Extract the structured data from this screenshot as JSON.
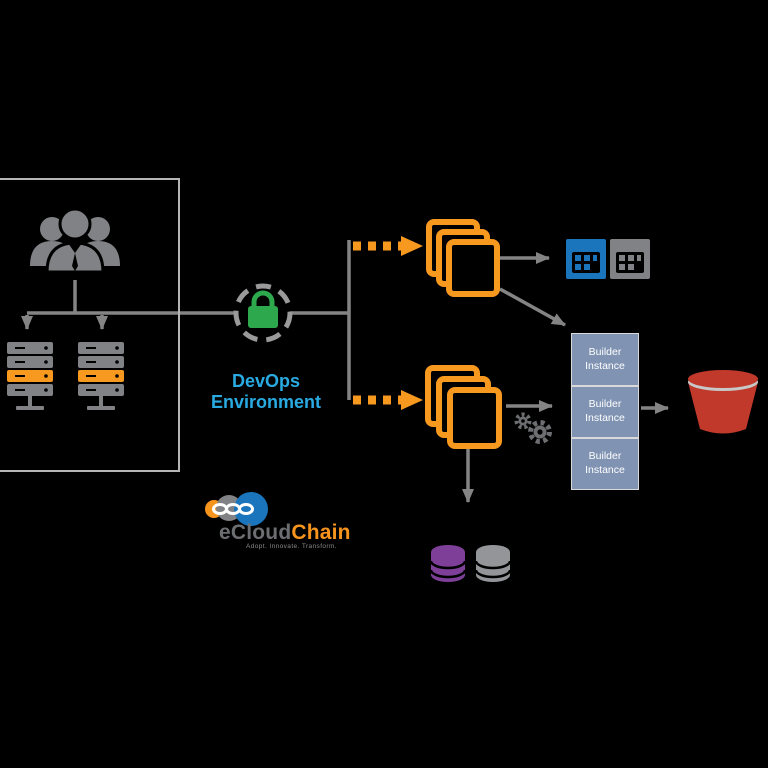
{
  "diagram": {
    "devops_environment": {
      "line1": "DevOps",
      "line2": "Environment"
    },
    "builder_instances": [
      {
        "line1": "Builder",
        "line2": "Instance"
      },
      {
        "line1": "Builder",
        "line2": "Instance"
      },
      {
        "line1": "Builder",
        "line2": "Instance"
      }
    ],
    "logo": {
      "name_gray": "eCloud",
      "name_orange": "Chain",
      "tagline": "Adopt. Innovate. Transform."
    },
    "colors": {
      "orange_accent": "#F7981F",
      "connector_gray": "#848484",
      "lock_green": "#2EA84D",
      "devops_blue": "#29ABE2",
      "table_blue": "#1B75BC",
      "table_gray": "#808285",
      "builder_box_blue": "#8093B2",
      "bucket_red": "#C0392B",
      "db_purple": "#7D3F98",
      "db_gray": "#939598",
      "boundary_border": "#B5B5B5"
    },
    "icons": [
      "team-icon",
      "server-stack-icon",
      "secure-lock-icon",
      "document-stack-icon",
      "table-grid-icon",
      "gears-icon",
      "s3-bucket-icon",
      "database-icon",
      "chain-logo-icon"
    ]
  }
}
